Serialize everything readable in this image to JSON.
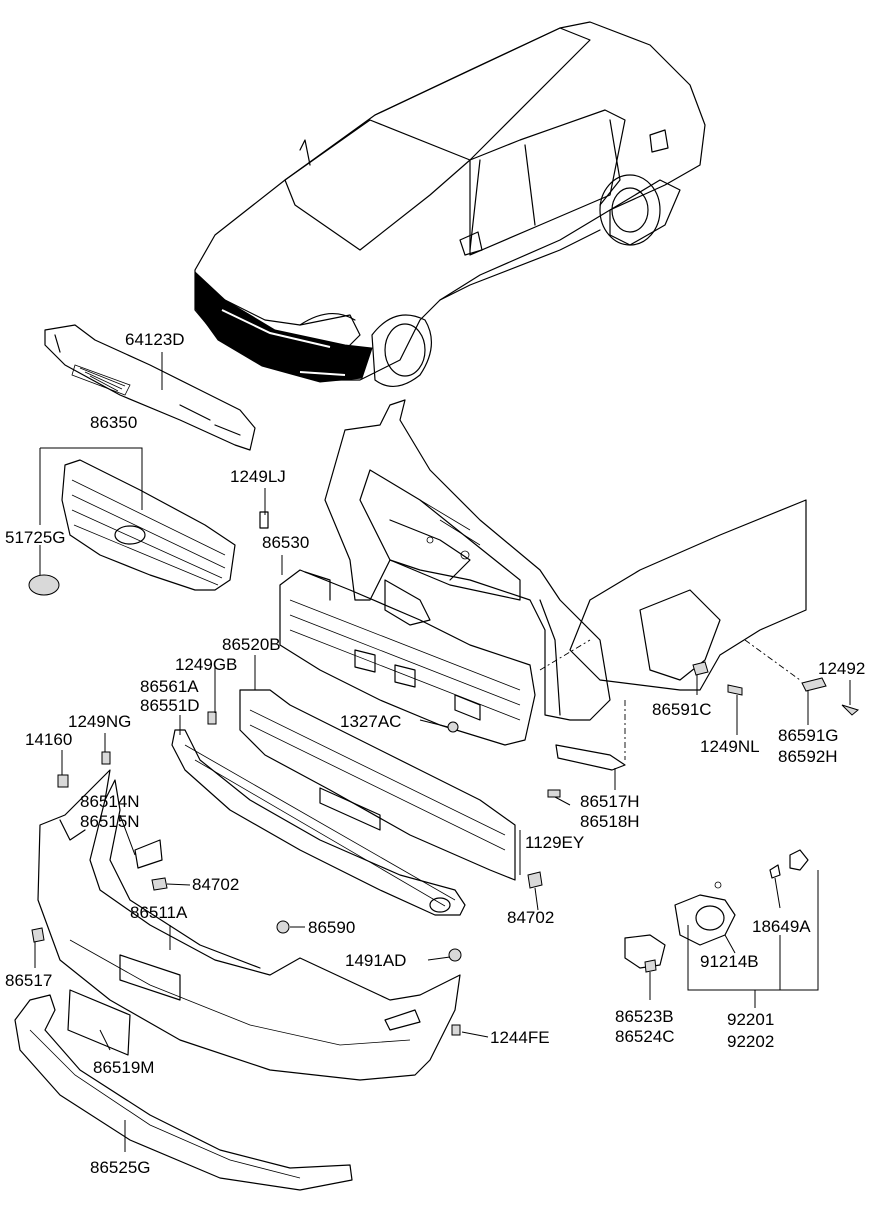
{
  "parts": [
    {
      "key": "p64123D",
      "code": "64123D"
    },
    {
      "key": "p86350",
      "code": "86350"
    },
    {
      "key": "p1249LJ",
      "code": "1249LJ"
    },
    {
      "key": "p51725G",
      "code": "51725G"
    },
    {
      "key": "p86530",
      "code": "86530"
    },
    {
      "key": "p86520B",
      "code": "86520B"
    },
    {
      "key": "p1249GB",
      "code": "1249GB"
    },
    {
      "key": "p86561A",
      "code": "86561A"
    },
    {
      "key": "p86551D",
      "code": "86551D"
    },
    {
      "key": "p1249NG",
      "code": "1249NG"
    },
    {
      "key": "p14160",
      "code": "14160"
    },
    {
      "key": "p1327AC",
      "code": "1327AC"
    },
    {
      "key": "p12492",
      "code": "12492"
    },
    {
      "key": "p86591C",
      "code": "86591C"
    },
    {
      "key": "p86591G",
      "code": "86591G"
    },
    {
      "key": "p1249NL",
      "code": "1249NL"
    },
    {
      "key": "p86592H",
      "code": "86592H"
    },
    {
      "key": "p86514N",
      "code": "86514N"
    },
    {
      "key": "p86515N",
      "code": "86515N"
    },
    {
      "key": "p86517H",
      "code": "86517H"
    },
    {
      "key": "p86518H",
      "code": "86518H"
    },
    {
      "key": "p1129EY",
      "code": "1129EY"
    },
    {
      "key": "p84702a",
      "code": "84702"
    },
    {
      "key": "p84702b",
      "code": "84702"
    },
    {
      "key": "p86511A",
      "code": "86511A"
    },
    {
      "key": "p86590",
      "code": "86590"
    },
    {
      "key": "p1491AD",
      "code": "1491AD"
    },
    {
      "key": "p18649A",
      "code": "18649A"
    },
    {
      "key": "p91214B",
      "code": "91214B"
    },
    {
      "key": "p86517",
      "code": "86517"
    },
    {
      "key": "p1244FE",
      "code": "1244FE"
    },
    {
      "key": "p86523B",
      "code": "86523B"
    },
    {
      "key": "p86524C",
      "code": "86524C"
    },
    {
      "key": "p92201",
      "code": "92201"
    },
    {
      "key": "p92202",
      "code": "92202"
    },
    {
      "key": "p86519M",
      "code": "86519M"
    },
    {
      "key": "p86525G",
      "code": "86525G"
    }
  ]
}
